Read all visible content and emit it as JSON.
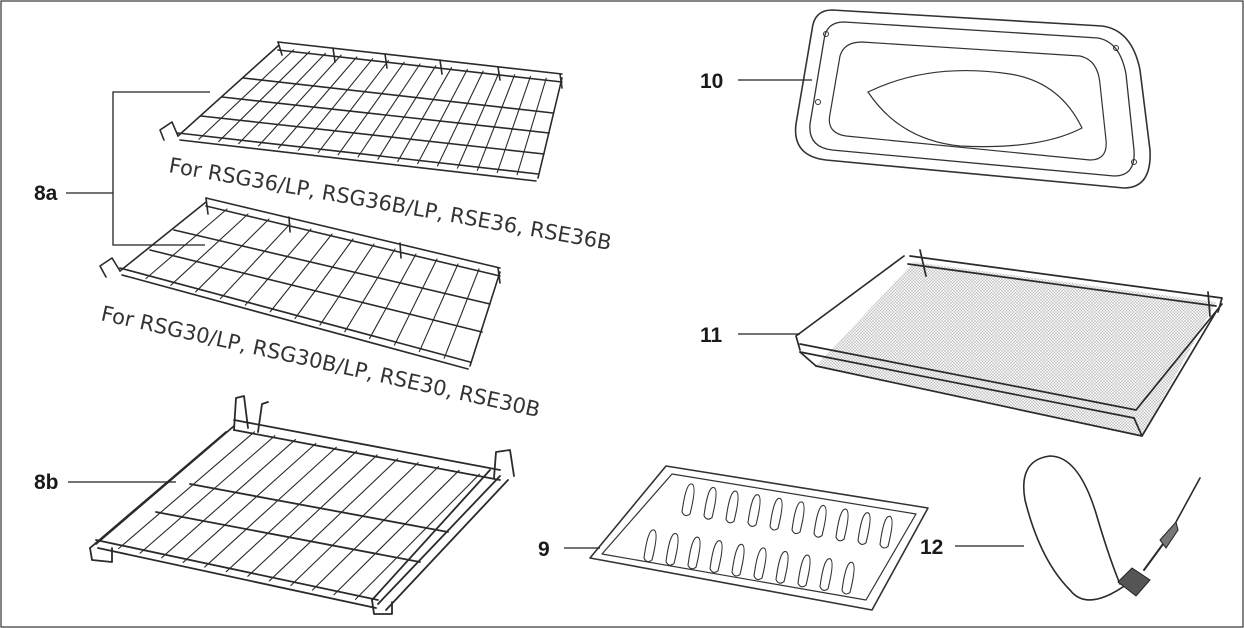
{
  "callouts": {
    "c8a": "8a",
    "c8b": "8b",
    "c9": "9",
    "c10": "10",
    "c11": "11",
    "c12": "12"
  },
  "captions": {
    "rack36": "For RSG36/LP, RSG36B/LP, RSE36, RSE36B",
    "rack30": "For RSG30/LP, RSG30B/LP, RSE30, RSE30B"
  },
  "colors": {
    "line": "#222222",
    "frame": "#333333",
    "mesh": "#bdbdbd"
  }
}
